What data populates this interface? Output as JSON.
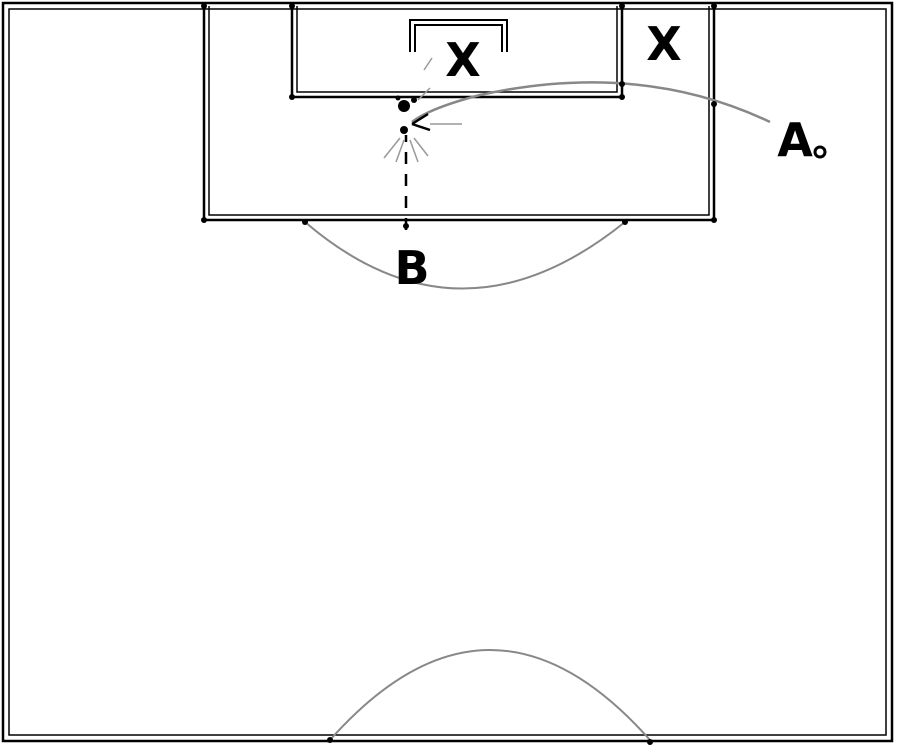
{
  "diagram": {
    "labels": {
      "marker_keeper": "X",
      "marker_defender": "X",
      "player_a": "A",
      "player_b": "B"
    },
    "colors": {
      "line": "#000000",
      "arc": "#888888",
      "background": "#ffffff"
    }
  }
}
